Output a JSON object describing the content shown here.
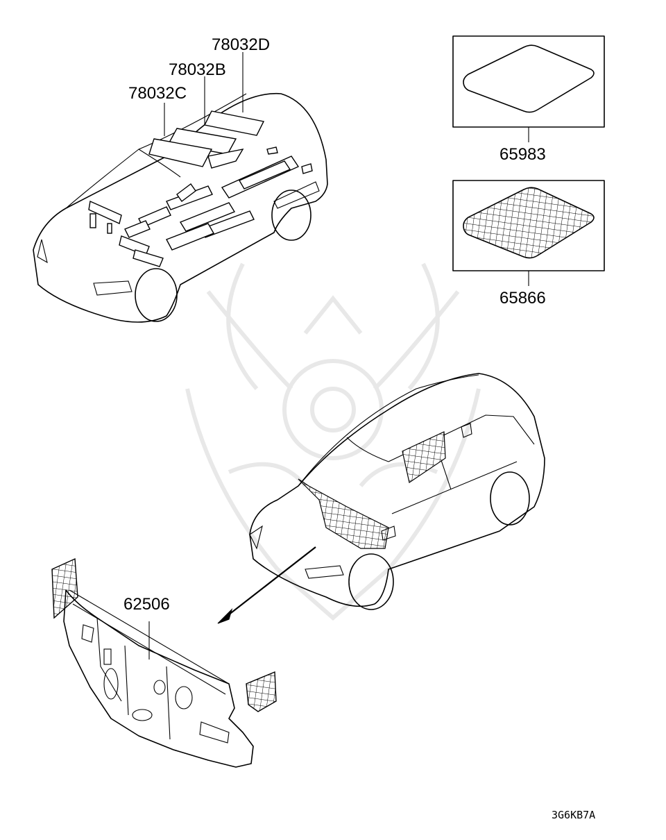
{
  "diagram": {
    "labels": {
      "roof_pad_d": "78032D",
      "roof_pad_b": "78032B",
      "roof_pad_c": "78032C",
      "silencer_plain": "65983",
      "silencer_mesh": "65866",
      "dash_insulator": "62506"
    },
    "figure_code": "3G6KB7A"
  }
}
